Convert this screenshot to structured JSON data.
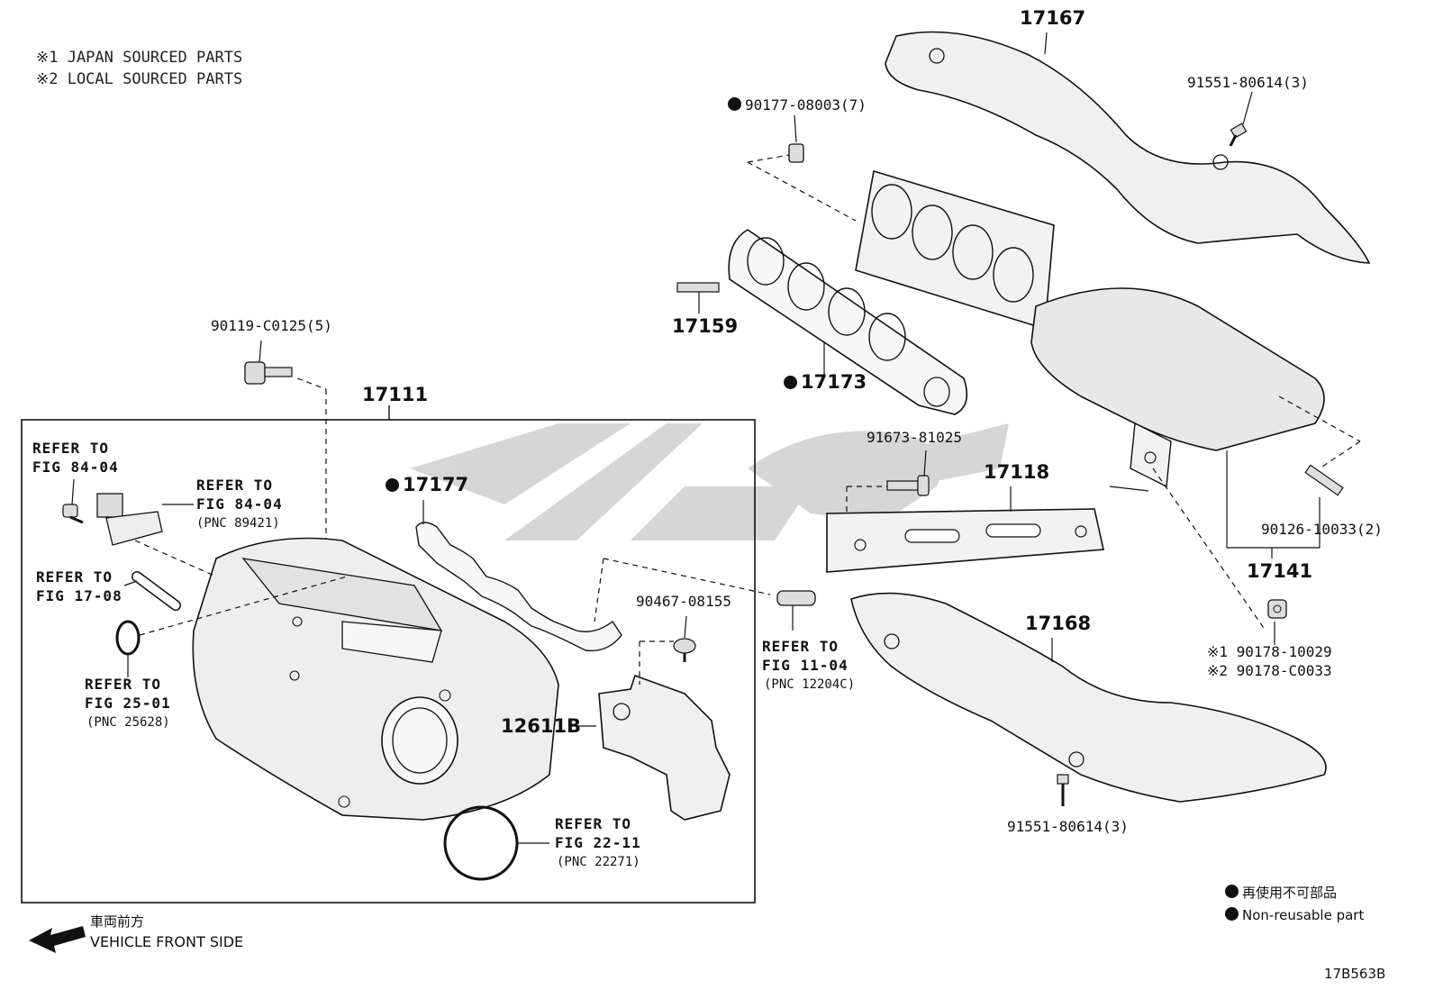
{
  "notes": {
    "japan": "※1 JAPAN SOURCED PARTS",
    "local": "※2 LOCAL SOURCED PARTS"
  },
  "parts": {
    "p17167": "17167",
    "p91551a": "91551-80614(3)",
    "p90177": "90177-08003(7)",
    "p17159": "17159",
    "p17173": "17173",
    "p90119": "90119-C0125(5)",
    "p17111": "17111",
    "p17177": "17177",
    "p91673": "91673-81025",
    "p17118": "17118",
    "p90126": "90126-10033(2)",
    "p17141": "17141",
    "p17168": "17168",
    "p90178a": "※1 90178-10029",
    "p90178b": "※2 90178-C0033",
    "p90467": "90467-08155",
    "p12611b": "12611B",
    "p91551b": "91551-80614(3)"
  },
  "refs": {
    "r1_a": "REFER TO",
    "r1_b": "FIG 84-04",
    "r2_a": "REFER TO",
    "r2_b": "FIG 84-04",
    "r2_c": "(PNC 89421)",
    "r3_a": "REFER TO",
    "r3_b": "FIG 17-08",
    "r4_a": "REFER TO",
    "r4_b": "FIG 25-01",
    "r4_c": "(PNC 25628)",
    "r5_a": "REFER TO",
    "r5_b": "FIG 11-04",
    "r5_c": "(PNC 12204C)",
    "r6_a": "REFER TO",
    "r6_b": "FIG 22-11",
    "r6_c": "(PNC 22271)"
  },
  "legend": {
    "jp": "再使用不可部品",
    "en": "Non-reusable part"
  },
  "direction": {
    "jp": "車両前方",
    "en": "VEHICLE FRONT SIDE"
  },
  "figure_id": "17B563B",
  "colors": {
    "line": "#111111",
    "part_fill": "#eeeeee",
    "watermark": "#cfcfcf"
  }
}
